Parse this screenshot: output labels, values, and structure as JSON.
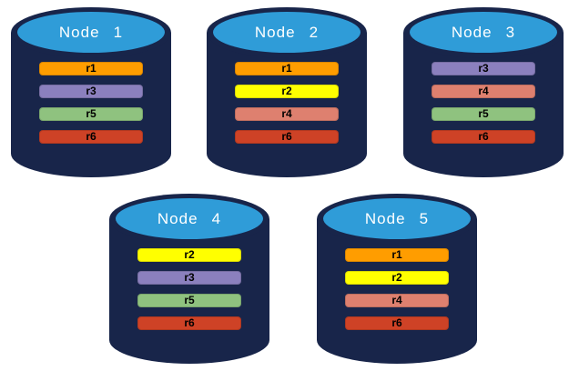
{
  "colors": {
    "cylinder_body": "#18254A",
    "cylinder_top": "#2F9CD8",
    "node_label_text": "#FFFFFF",
    "replica_label_text": "#000000",
    "replicas": {
      "r1": "#FF9D00",
      "r2": "#FFFF00",
      "r3": "#8B80BE",
      "r4": "#DE806F",
      "r5": "#8FC27F",
      "r6": "#CE4226"
    }
  },
  "nodes": [
    {
      "label": "Node 1",
      "replicas": [
        "r1",
        "r3",
        "r5",
        "r6"
      ]
    },
    {
      "label": "Node 2",
      "replicas": [
        "r1",
        "r2",
        "r4",
        "r6"
      ]
    },
    {
      "label": "Node 3",
      "replicas": [
        "r3",
        "r4",
        "r5",
        "r6"
      ]
    },
    {
      "label": "Node 4",
      "replicas": [
        "r2",
        "r3",
        "r5",
        "r6"
      ]
    },
    {
      "label": "Node 5",
      "replicas": [
        "r1",
        "r2",
        "r4",
        "r6"
      ]
    }
  ]
}
